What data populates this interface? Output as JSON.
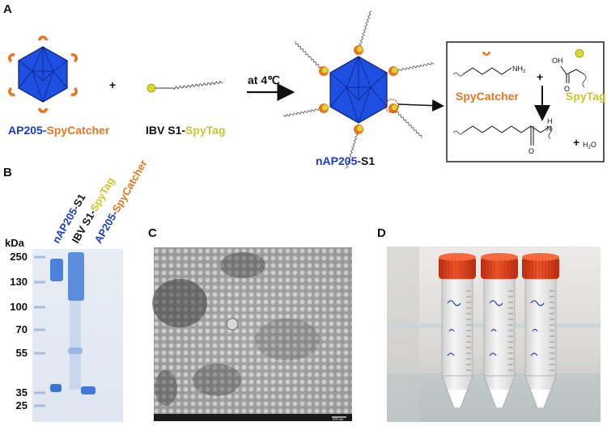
{
  "panels": {
    "a": "A",
    "b": "B",
    "c": "C",
    "d": "D"
  },
  "colors": {
    "blue": "#1a3ccc",
    "orange": "#e8761e",
    "yellow": "#c8c82a",
    "gelblue": "#3a78d0",
    "capred": "#e03a1a"
  },
  "panel_a": {
    "left_particle": {
      "part1": "AP205-",
      "part2": "SpyCatcher"
    },
    "plus1": "+",
    "ligand": {
      "part1": "IBV S1-",
      "part2": "SpyTag"
    },
    "condition": "at 4℃",
    "product": {
      "part1": "nAP205-",
      "part2": "S1"
    },
    "reaction": {
      "nh2": "NH",
      "nh2_sub": "2",
      "oh": "OH",
      "o_top": "O",
      "plus": "+",
      "spycatcher": "SpyCatcher",
      "spytag": "SpyTag",
      "nh": "H",
      "n": "N",
      "o_bottom": "O",
      "plus2": "+",
      "water_h": "H",
      "water_sub": "2",
      "water_o": "O"
    }
  },
  "panel_b": {
    "unit": "kDa",
    "markers": [
      "250",
      "130",
      "100",
      "70",
      "55",
      "35",
      "25"
    ],
    "lanes": [
      {
        "part1": "nAP205-",
        "part2": "S1"
      },
      {
        "part1": "IBV S1-",
        "part2": "SpyTag"
      },
      {
        "part1": "AP205-",
        "part2": "SpyCatcher"
      }
    ]
  },
  "panel_c": {
    "scalebar": "200 nm"
  }
}
